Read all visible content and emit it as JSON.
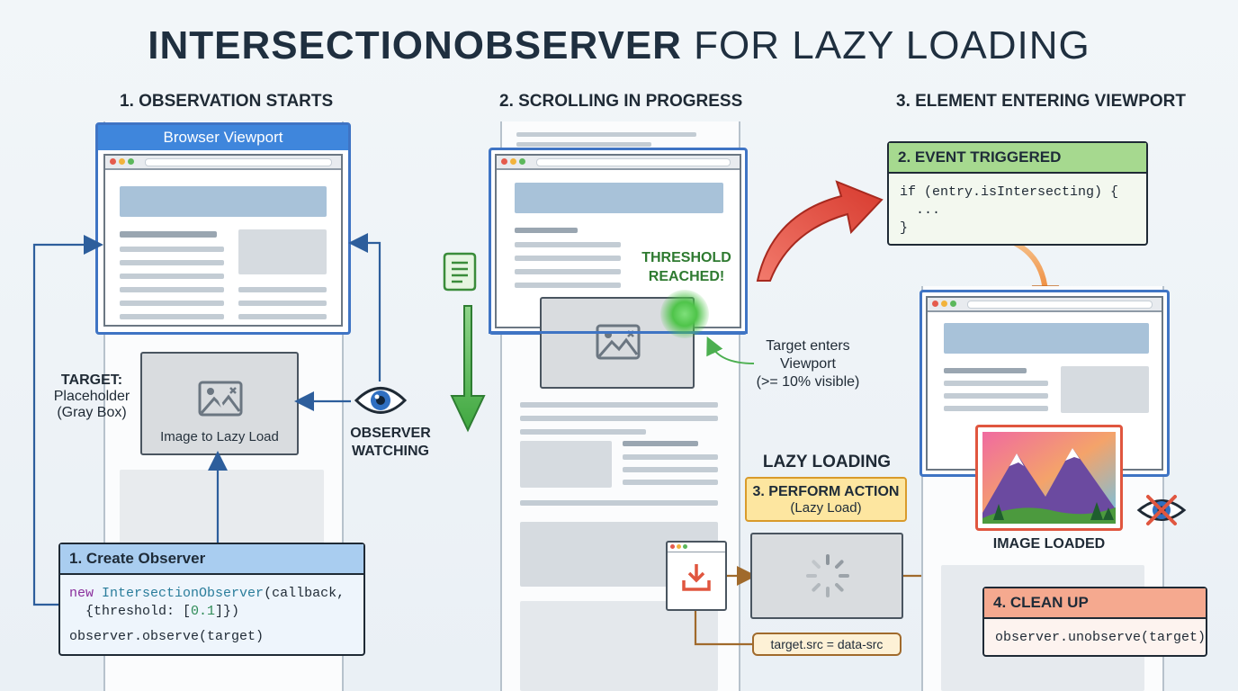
{
  "title": {
    "bold": "INTERSECTIONOBSERVER",
    "rest": " FOR LAZY LOADING"
  },
  "sections": {
    "s1": "1. OBSERVATION STARTS",
    "s2": "2. SCROLLING IN PROGRESS",
    "s3": "3. ELEMENT ENTERING VIEWPORT"
  },
  "panel1": {
    "viewport_label": "Browser Viewport",
    "target_label": "TARGET:",
    "target_desc_1": "Placeholder",
    "target_desc_2": "(Gray Box)",
    "image_caption": "Image to Lazy Load",
    "observer_1": "OBSERVER",
    "observer_2": "WATCHING",
    "create_box": {
      "head": "1. Create Observer",
      "line1_kw": "new",
      "line1_cls": "IntersectionObserver",
      "line1_rest": "(callback,",
      "line2_pre": "  {threshold: [",
      "line2_num": "0.1",
      "line2_post": "]})",
      "line3": "observer.observe(target)"
    }
  },
  "panel2": {
    "threshold_1": "THRESHOLD",
    "threshold_2": "REACHED!",
    "enters_1": "Target enters",
    "enters_2": "Viewport",
    "enters_3": "(>= 10% visible)"
  },
  "event_box": {
    "head": "2. EVENT TRIGGERED",
    "line1": "if (entry.isIntersecting) {",
    "line2": "  ...",
    "line3": "}"
  },
  "lazy": {
    "title": "LAZY LOADING",
    "action_1": "3. PERFORM ACTION",
    "action_2": "(Lazy Load)",
    "src_assign": "target.src = data-src"
  },
  "panel3": {
    "image_loaded": "IMAGE LOADED",
    "cleanup_head": "4. CLEAN UP",
    "cleanup_code": "observer.unobserve(target)"
  },
  "colors": {
    "viewport_blue": "#3f74c4",
    "create_head": "#a9cdf0",
    "event_head": "#a6d98f",
    "action_fill": "#fde6a0",
    "cleanup_head": "#f5a98f",
    "arrow_green": "#4caf50",
    "arrow_red": "#e4483b",
    "arrow_orange": "#f0a259",
    "line_blue": "#2d5e9c",
    "line_brown": "#a06a2c"
  }
}
